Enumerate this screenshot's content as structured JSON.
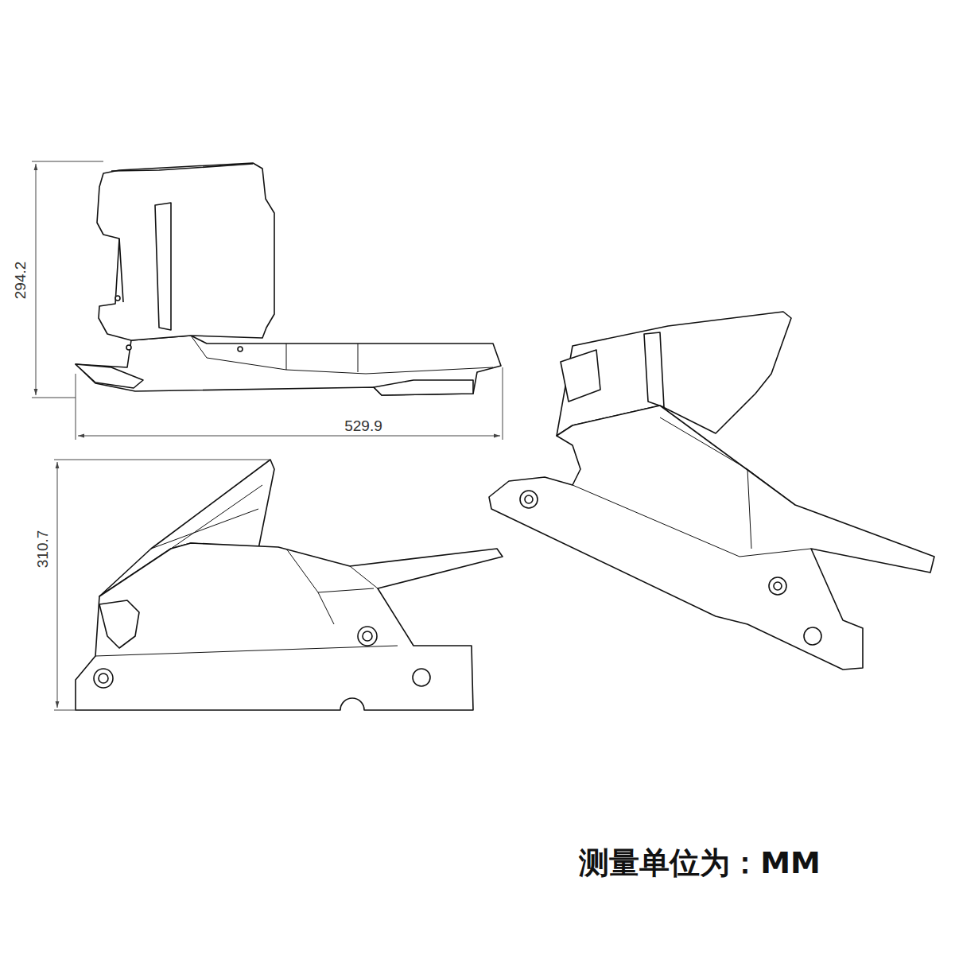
{
  "diagram": {
    "labels": [
      "294.2",
      "529.9",
      "310.7",
      "测量单位为：MM"
    ]
  }
}
